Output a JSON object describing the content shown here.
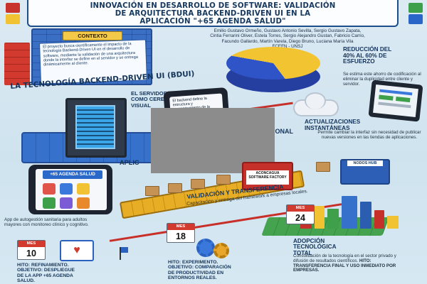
{
  "header": {
    "title_lines": [
      "INNOVACIÓN EN DESARROLLO DE SOFTWARE: VALIDACIÓN",
      "DE ARQUITECTURA BACKEND-DRIVEN UI EN LA",
      "APLICACIÓN \"+65 AGENDA SALUD\""
    ],
    "authors_lines": [
      "Emilio Gustavo Ormeño, Gustavo Antonio Sevilla, Sergio Gustavo Zapata,",
      "Cintia Ferrarini Oliver, Estela Torres, Sergio Alejandro Gustan, Fabricio Carrio,",
      "Facundo Gallardo, Martín Varela, Diego Bruno, Luciana María Vila",
      "FCEFN - UNSJ"
    ]
  },
  "context": {
    "label": "CONTEXTO",
    "text": "El proyecto busca científicamente el impacto de la tecnología Backend-Driven UI en el desarrollo de software, mediante la validación de una arquitectura donde la interfaz se define en el servidor y se entrega dinámicamente al cliente."
  },
  "bdui": {
    "title": "LA TECNOLOGÍA BACKEND-DRIVEN UI (BDUI)",
    "server_label_lines": [
      "EL SERVIDOR",
      "COMO CEREBRO",
      "VISUAL"
    ],
    "phone_text": "El backend define la estructura y comportamiento de la interfaz en el cliente.",
    "aplic_label": "APLIC",
    "regional_label": "IONAL"
  },
  "reduction": {
    "title_lines": [
      "REDUCCIÓN DEL",
      "40% AL 60% DE",
      "ESFUERZO"
    ],
    "text": "Se estima este ahorro de codificación al eliminar la duplicidad entre cliente y servidor."
  },
  "updates": {
    "title_lines": [
      "ACTUALIZACIONES",
      "INSTANTÁNEAS"
    ],
    "text": "Permite cambiar la interfaz sin necesidad de publicar nuevas versiones en las tiendas de aplicaciones."
  },
  "store": {
    "sign": "NODOS HUB"
  },
  "app": {
    "badge": "+65 AGENDA SALUD",
    "text": "App de autogestión sanitaria para adultos mayores con monitoreo clínico y cognitivo."
  },
  "factory": {
    "sign": "ACONCAGUA SOFTWARE FACTORY"
  },
  "validation": {
    "title": "VALIDACIÓN Y TRANSFERENCIA",
    "text": "Capacitación y entrega del framework a empresas locales."
  },
  "milestones": [
    {
      "month": "MES",
      "day": "10",
      "lines": [
        "HITO: REFINAMIENTO.",
        "OBJETIVO: DESPLIEGUE",
        "DE LA APP +65 AGENDA",
        "SALUD."
      ]
    },
    {
      "month": "MES",
      "day": "18",
      "lines": [
        "HITO: EXPERIMENTO.",
        "OBJETIVO: COMPARACIÓN",
        "DE PRODUCTIVIDAD EN",
        "ENTORNOS REALES."
      ]
    },
    {
      "month": "MES",
      "day": "24"
    }
  ],
  "adoption": {
    "title_lines": [
      "ADOPCIÓN",
      "TECNOLÓGICA",
      "TOTAL"
    ],
    "text": "Consolidación de la tecnología en el sector privado y difusión de resultados científicos.",
    "bold_text": "HITO: TRANSFERENCIA FINAL Y USO INMEDIATO POR EMPRESAS."
  },
  "colors": {
    "navy": "#15345a",
    "brick_red": "#c5302a",
    "brick_blue": "#3672cc",
    "brick_yellow": "#f1c232",
    "brick_green": "#45a34f"
  }
}
